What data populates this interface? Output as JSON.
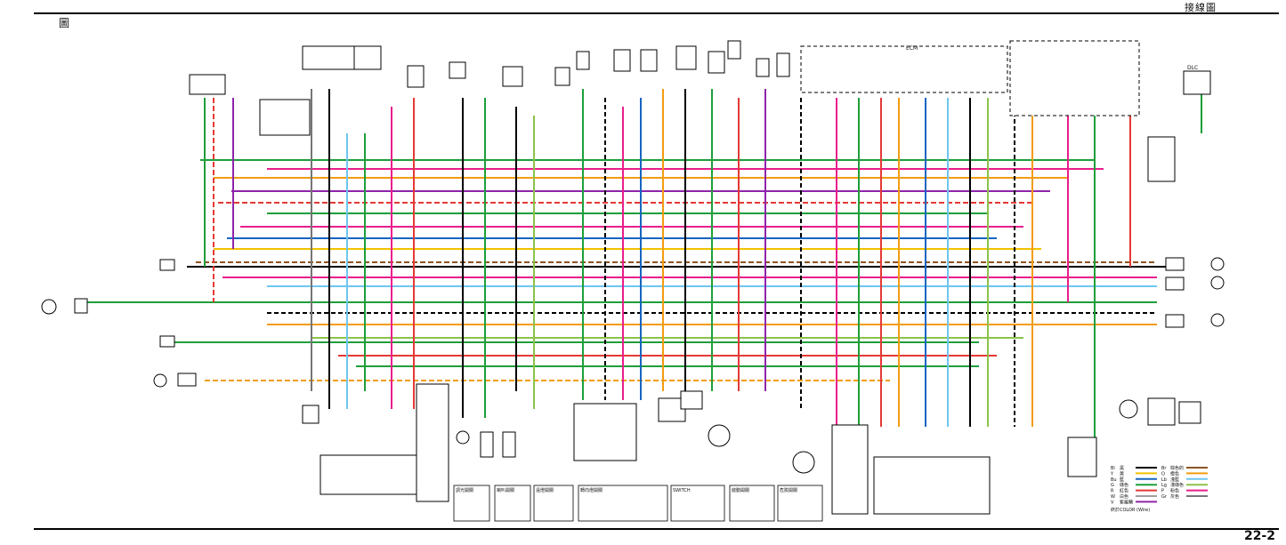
{
  "header": {
    "title": "接線圖",
    "left_label": "圖"
  },
  "footer": {
    "page_number": "22-2"
  },
  "diagram": {
    "ecm_label": "ECM",
    "dlc_label": "DLC",
    "relay_table_titles": [
      "調光開關",
      "喇叭開關",
      "遠燈開關",
      "轉向燈開關",
      "SWITCH",
      "啟動開關",
      "危險開關"
    ],
    "color_legend": {
      "entries": [
        {
          "code": "Bl",
          "name": "黑",
          "hex": "#000000"
        },
        {
          "code": "Y",
          "name": "黃",
          "hex": "#f2c200"
        },
        {
          "code": "Bu",
          "name": "藍",
          "hex": "#1565c0"
        },
        {
          "code": "G",
          "name": "綠色",
          "hex": "#1e9e3a"
        },
        {
          "code": "R",
          "name": "紅色",
          "hex": "#e53935"
        },
        {
          "code": "W",
          "name": "白色",
          "hex": "#9e9e9e"
        },
        {
          "code": "V",
          "name": "紫羅蘭",
          "hex": "#8e24aa"
        },
        {
          "code": "Br",
          "name": "棕色的",
          "hex": "#8d5524"
        },
        {
          "code": "O",
          "name": "橙色",
          "hex": "#f39c12"
        },
        {
          "code": "Lb",
          "name": "淺藍",
          "hex": "#6ec6f0"
        },
        {
          "code": "Lg",
          "name": "淺綠色",
          "hex": "#8bc34a"
        },
        {
          "code": "P",
          "name": "粉色",
          "hex": "#e91e8c"
        },
        {
          "code": "Gr",
          "name": "灰色",
          "hex": "#757575"
        }
      ],
      "footnote": "終於COLOR (Wire)"
    }
  }
}
